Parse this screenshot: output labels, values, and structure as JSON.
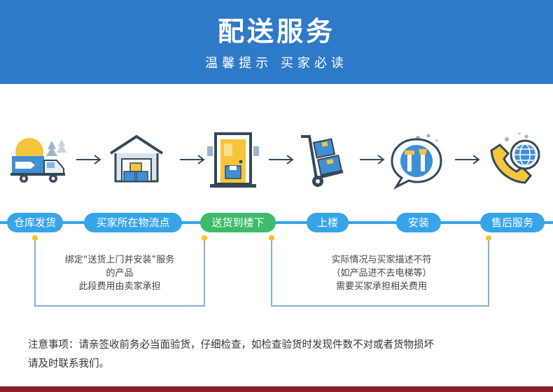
{
  "header": {
    "title": "配送服务",
    "subtitle": "温馨提示 买家必读"
  },
  "steps": [
    {
      "label": "仓库发货",
      "icon": "delivery-truck-icon"
    },
    {
      "label": "买家所在物流点",
      "icon": "warehouse-icon"
    },
    {
      "label": "送货到楼下",
      "icon": "door-package-icon"
    },
    {
      "label": "上楼",
      "icon": "hand-truck-icon"
    },
    {
      "label": "安装",
      "icon": "tools-icon"
    },
    {
      "label": "售后服务",
      "icon": "phone-globe-icon"
    }
  ],
  "notes": {
    "left": [
      "绑定“送货上门并安装”服务",
      "的产品",
      "此段费用由卖家承担"
    ],
    "right": [
      "实际情况与买家描述不符",
      "（如产品进不去电梯等）",
      "需要买家承担相关费用"
    ]
  },
  "notice": {
    "line1": "注意事项：请亲签收前务必当面验货，仔细检查，如检查验货时发现件数不对或者货物损坏",
    "line2": "请及时联系我们。"
  },
  "colors": {
    "banner": "#2f7ac8",
    "step_pill": "#37a4e8",
    "active_pill": "#3dbb6a",
    "dot": "#f3c42a",
    "bottom_bar": "#8a1e2c"
  }
}
